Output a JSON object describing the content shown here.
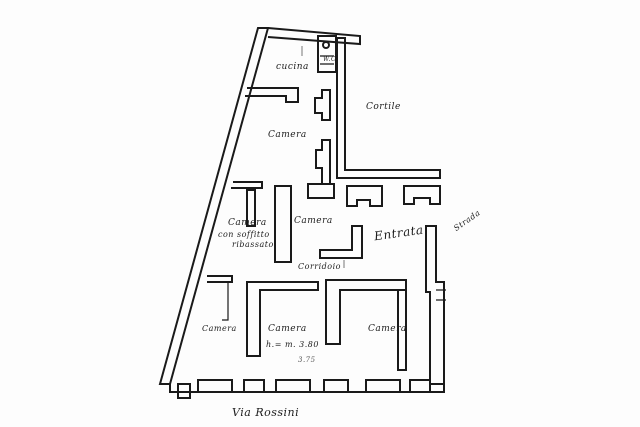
{
  "plan": {
    "rooms": {
      "cucina": "cucina",
      "wc": "W.C.",
      "cortile": "Cortile",
      "camera_upper": "Camera",
      "camera_middle": "Camera",
      "camera_soffitto_l1": "Camera",
      "camera_soffitto_l2": "con soffitto",
      "camera_soffitto_l3": "ribassato",
      "entrata": "Entrata",
      "strada": "Strada",
      "corridoio": "Corridoio",
      "camera_bottom_left": "Camera",
      "camera_bottom_center": "Camera",
      "height_note": "h.= m. 3.80",
      "scribble": "3.75",
      "camera_bottom_right": "Camera",
      "street": "Via Rossini"
    }
  }
}
